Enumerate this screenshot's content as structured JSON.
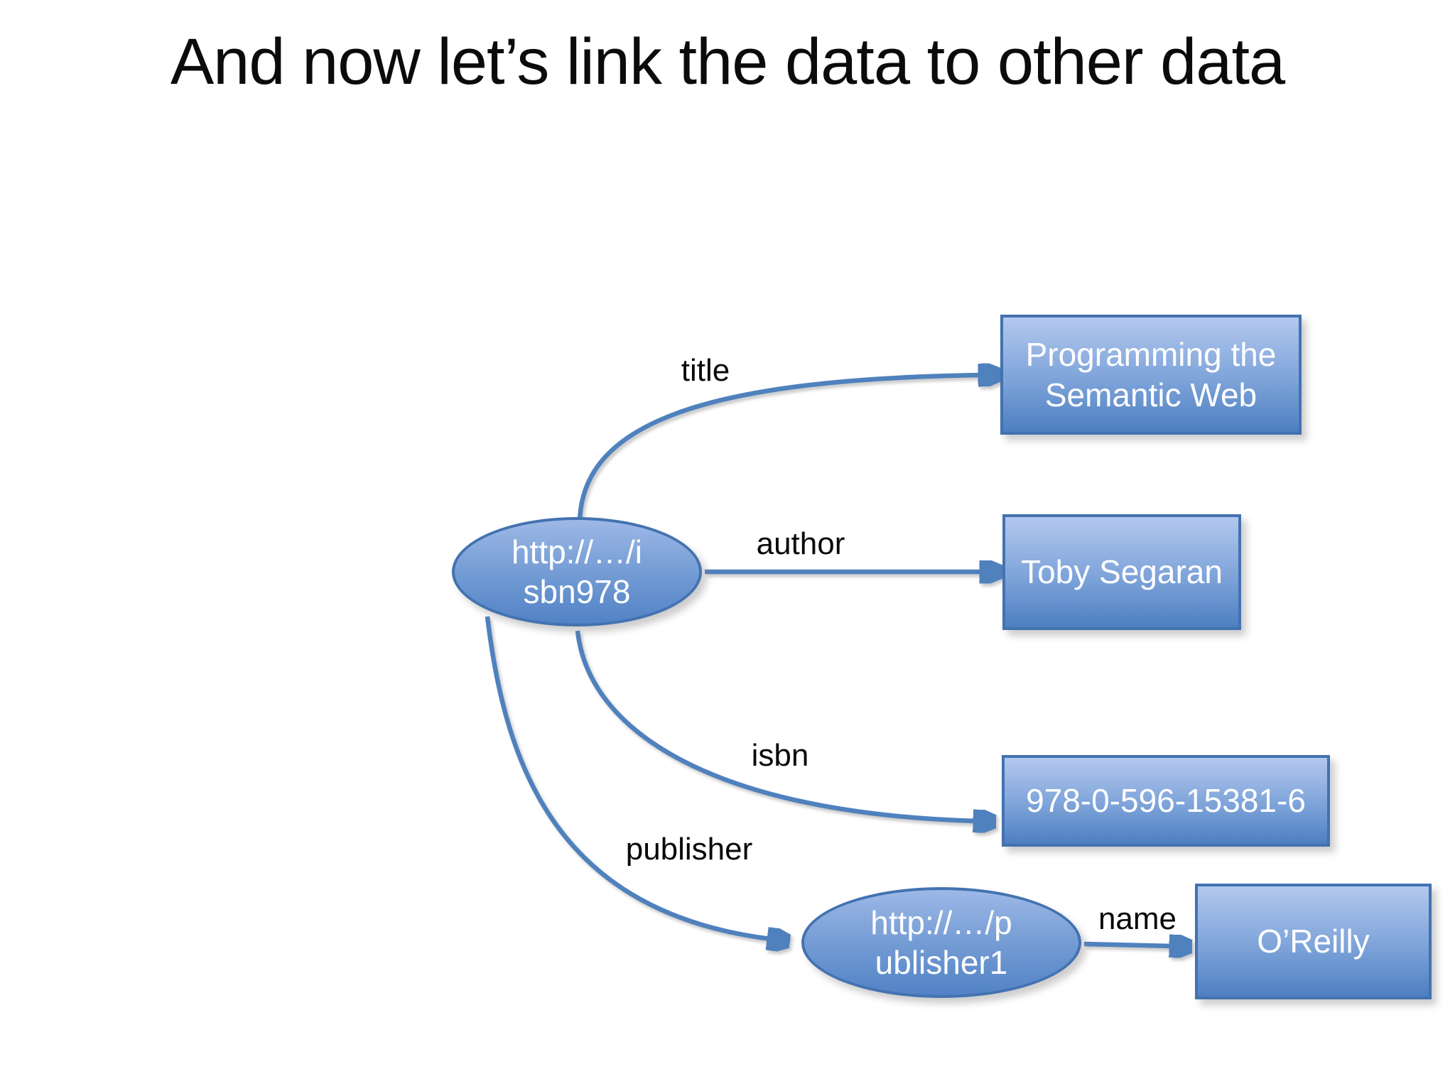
{
  "slide": {
    "title": "And now let’s link the data to other data"
  },
  "diagram": {
    "nodes": [
      {
        "id": "isbn978",
        "shape": "ellipse",
        "label": "http://…/i\nsbn978"
      },
      {
        "id": "book-title",
        "shape": "rect",
        "label": "Programming the\nSemantic Web"
      },
      {
        "id": "author-name",
        "shape": "rect",
        "label": "Toby Segaran"
      },
      {
        "id": "isbn-number",
        "shape": "rect",
        "label": "978-0-596-15381-6"
      },
      {
        "id": "publisher1",
        "shape": "ellipse",
        "label": "http://…/p\nublisher1"
      },
      {
        "id": "publisher-name",
        "shape": "rect",
        "label": "O’Reilly"
      }
    ],
    "edges": [
      {
        "from": "isbn978",
        "to": "book-title",
        "label": "title"
      },
      {
        "from": "isbn978",
        "to": "author-name",
        "label": "author"
      },
      {
        "from": "isbn978",
        "to": "isbn-number",
        "label": "isbn"
      },
      {
        "from": "isbn978",
        "to": "publisher1",
        "label": "publisher"
      },
      {
        "from": "publisher1",
        "to": "publisher-name",
        "label": "name"
      }
    ],
    "colors": {
      "node_fill_top": "#b3c8ee",
      "node_fill_bottom": "#4e7fc1",
      "node_border": "#4372b0",
      "arrow": "#4f81bd",
      "node_text": "#ffffff",
      "label_text": "#000000"
    }
  }
}
